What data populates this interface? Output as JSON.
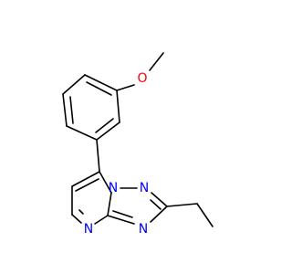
{
  "molecule": {
    "atom_labels": {
      "oxygen": "O",
      "n1": "N",
      "n2": "N",
      "n3": "N",
      "n4": "N"
    },
    "colors": {
      "bond": "#000000",
      "oxygen": "#ff0000",
      "nitrogen": "#0000ff",
      "background": "#ffffff"
    }
  }
}
